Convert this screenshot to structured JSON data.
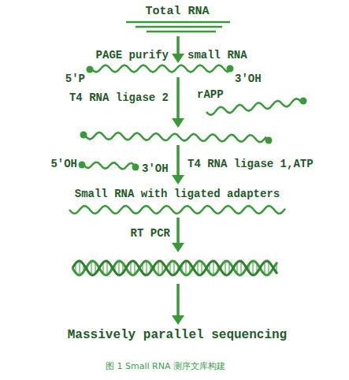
{
  "diagram": {
    "caption": "图 1 Small RNA 测序文库构建",
    "labels": [
      "Total RNA",
      "PAGE purify",
      "small RNA",
      "5′P",
      "3′OH",
      "T4 RNA ligase 2",
      "rAPP",
      "5′OH",
      "3′OH",
      "T4 RNA ligase 1,ATP",
      "Small RNA with ligated adapters",
      "RT PCR",
      "Massively parallel sequencing"
    ]
  }
}
